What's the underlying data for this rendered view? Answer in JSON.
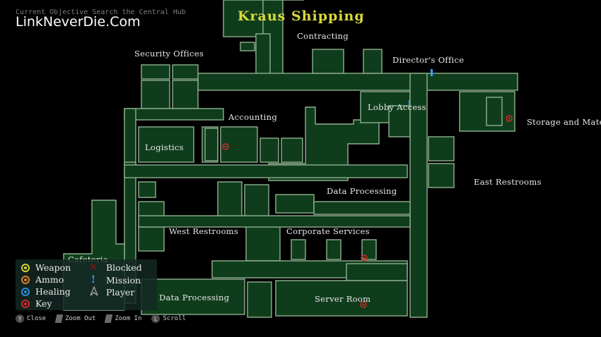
{
  "header": {
    "objective": "Current Objective Search the Central Hub",
    "watermark": "LinkNeverDie.Com",
    "title": "Kraus Shipping"
  },
  "rooms": {
    "contracting": "Contracting",
    "security_offices": "Security Offices",
    "directors_office": "Director's Office",
    "lobby_access": "Lobby Access",
    "accounting": "Accounting",
    "storage": "Storage and Mate",
    "logistics": "Logistics",
    "east_restrooms": "East Restrooms",
    "data_processing_upper": "Data Processing",
    "west_restrooms": "West Restrooms",
    "corporate_services": "Corporate Services",
    "cafeteria": "Cafeteria",
    "data_processing_lower": "Data Processing",
    "server_room": "Server Room"
  },
  "legend": {
    "weapon": "Weapon",
    "ammo": "Ammo",
    "healing": "Healing",
    "key": "Key",
    "blocked": "Blocked",
    "mission": "Mission",
    "player": "Player"
  },
  "controls": {
    "close_button": "Y",
    "close": "Close",
    "zoom_out": "Zoom Out",
    "zoom_in": "Zoom In",
    "scroll_button": "L",
    "scroll": "Scroll"
  },
  "colors": {
    "floor": "#0f3d1c",
    "wall": "#8fb08f",
    "title": "#d9d93a",
    "weapon": "#d6d62a",
    "ammo": "#d9822b",
    "healing": "#2f8fd8",
    "key": "#d02a2a",
    "mission": "#3aa0ff"
  },
  "icons": {
    "weapon": "ring-dot-icon",
    "ammo": "ring-dot-icon",
    "healing": "ring-dot-icon",
    "key": "ring-dot-icon",
    "blocked": "x-icon",
    "mission": "exclamation-icon",
    "player": "arrow-up-icon"
  }
}
